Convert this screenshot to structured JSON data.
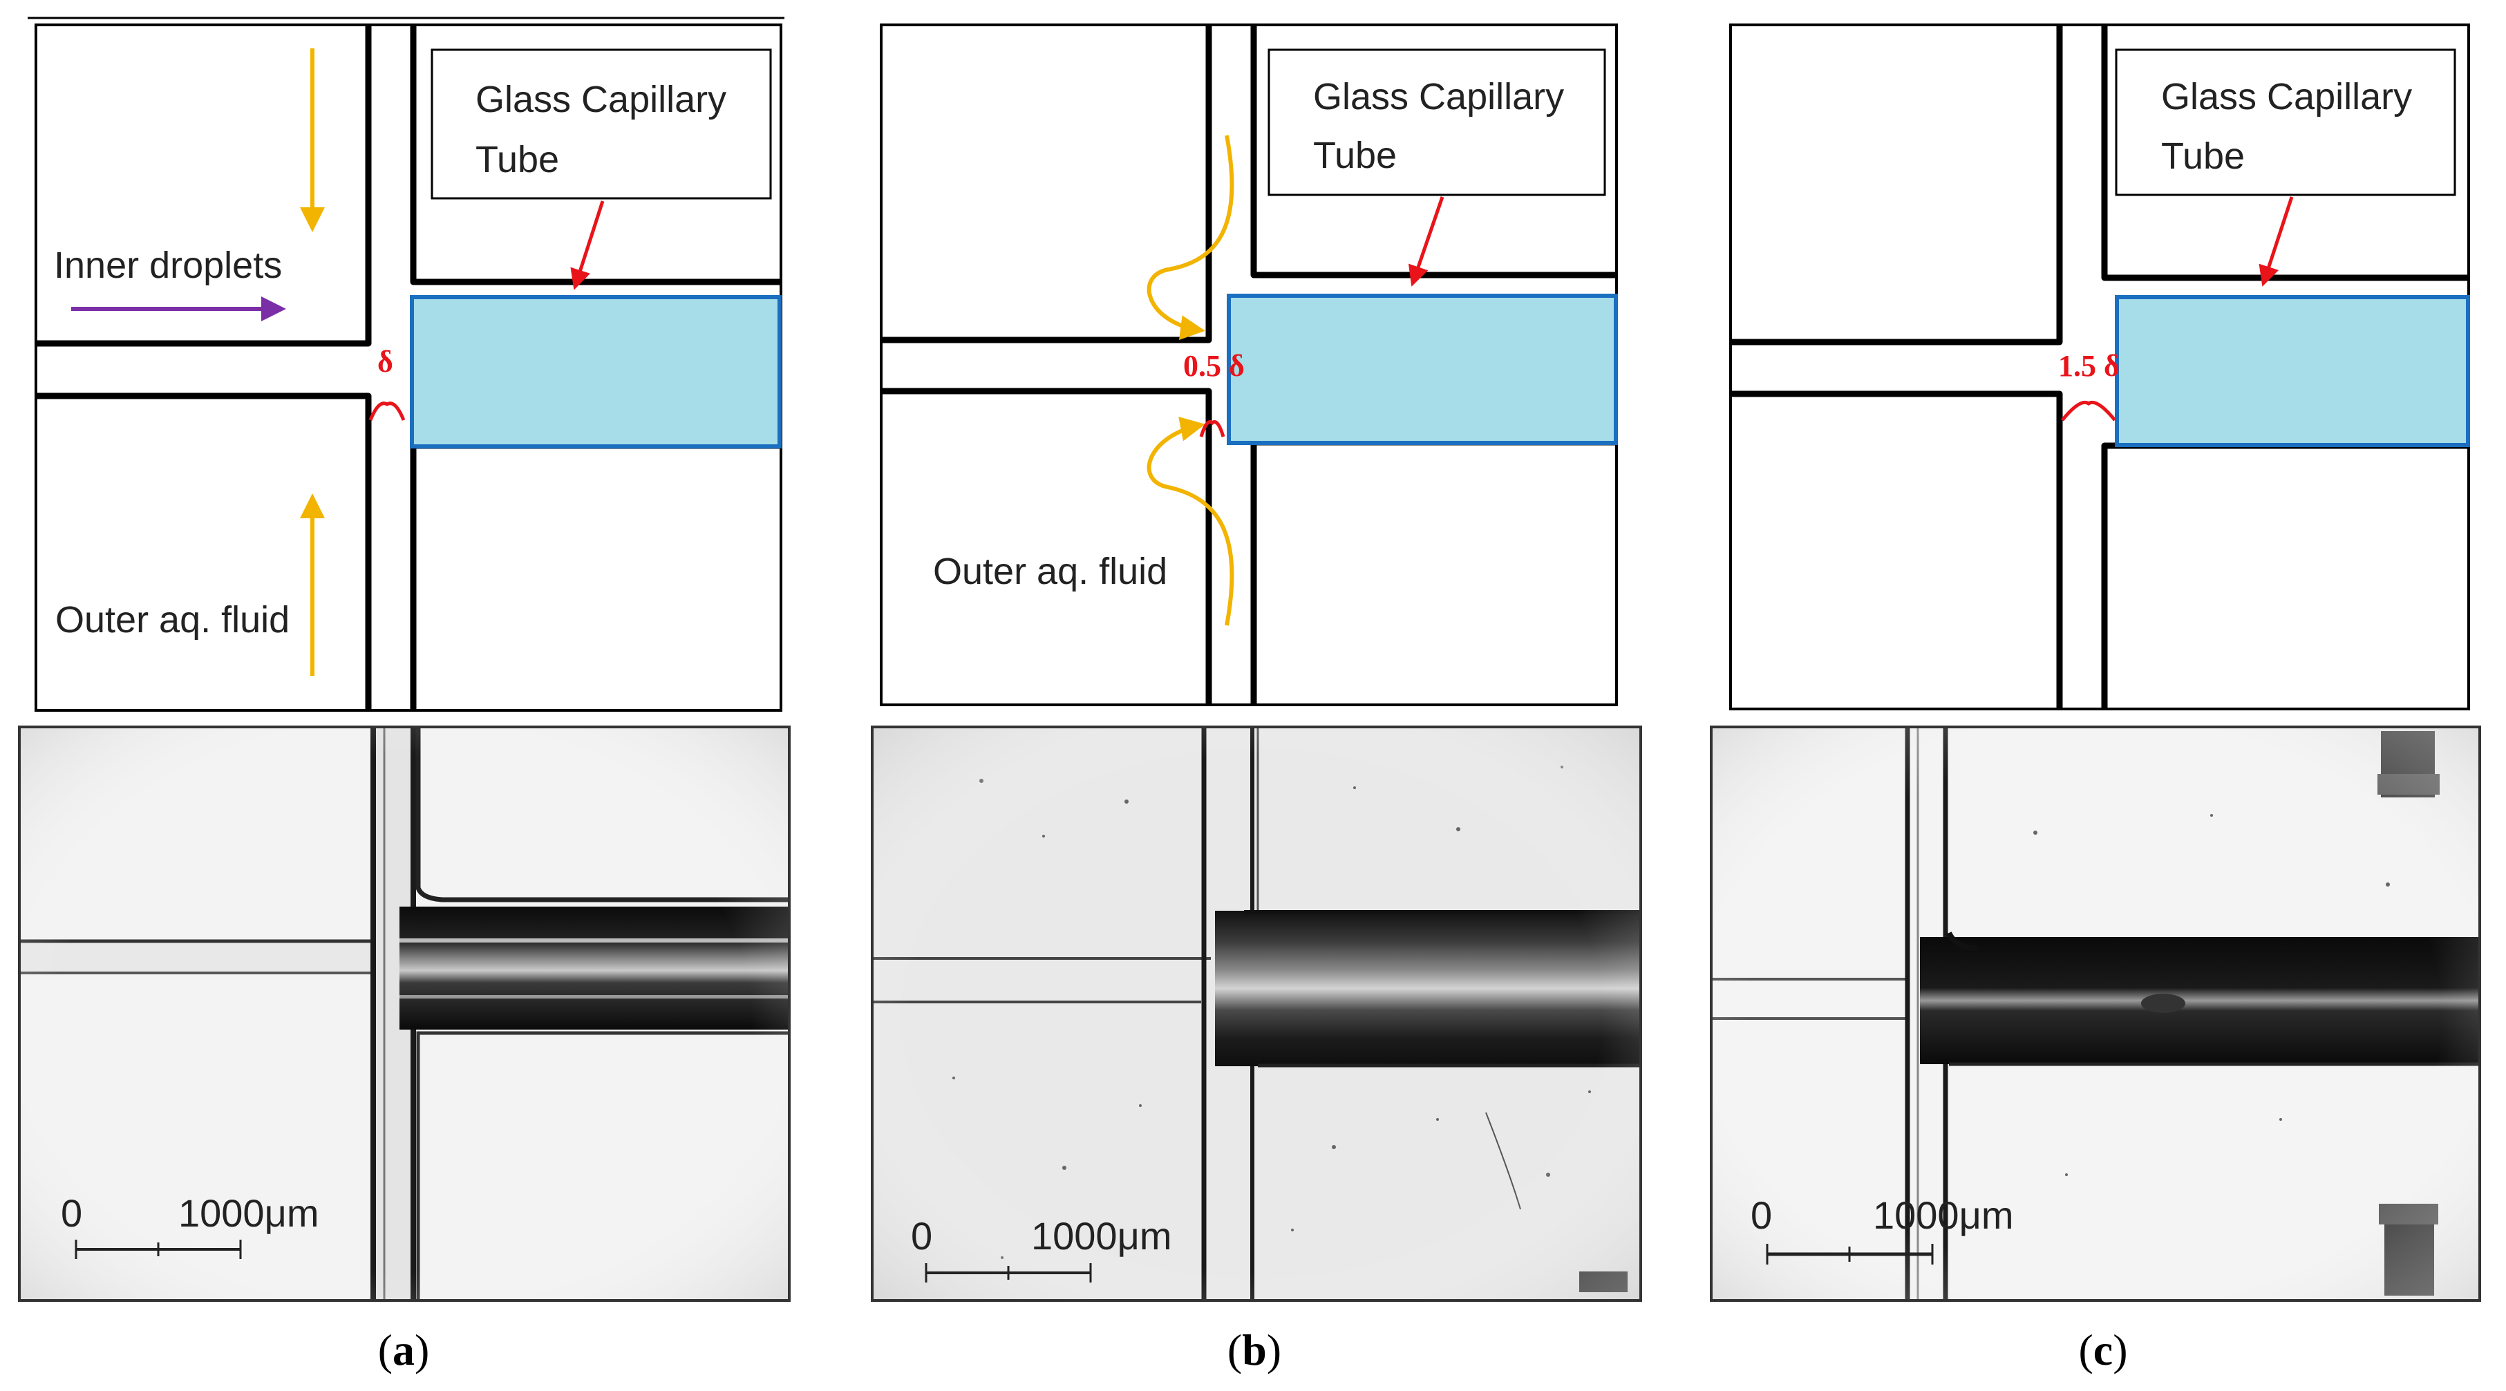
{
  "colors": {
    "capillary_fill": "#a6dde8",
    "capillary_stroke": "#1a6fc0",
    "inner_arrow": "#7b2fa6",
    "outer_arrow": "#f2b400",
    "pointer_arrow": "#e8141a",
    "delta_text": "#e8141a"
  },
  "panels": [
    {
      "id": "a",
      "capillary_label_line1": "Glass Capillary",
      "capillary_label_line2": "Tube",
      "inner_label": "Inner droplets",
      "outer_label": "Outer aq. fluid",
      "gap_label": "δ",
      "scale_zero": "0",
      "scale_label": "1000μm",
      "caption_letter": "a"
    },
    {
      "id": "b",
      "capillary_label_line1": "Glass Capillary",
      "capillary_label_line2": "Tube",
      "outer_label": "Outer aq. fluid",
      "gap_label": "0.5 δ",
      "scale_zero": "0",
      "scale_label": "1000μm",
      "caption_letter": "b"
    },
    {
      "id": "c",
      "capillary_label_line1": "Glass Capillary",
      "capillary_label_line2": "Tube",
      "gap_label": "1.5 δ",
      "scale_zero": "0",
      "scale_label": "1000μm",
      "caption_letter": "c"
    }
  ]
}
